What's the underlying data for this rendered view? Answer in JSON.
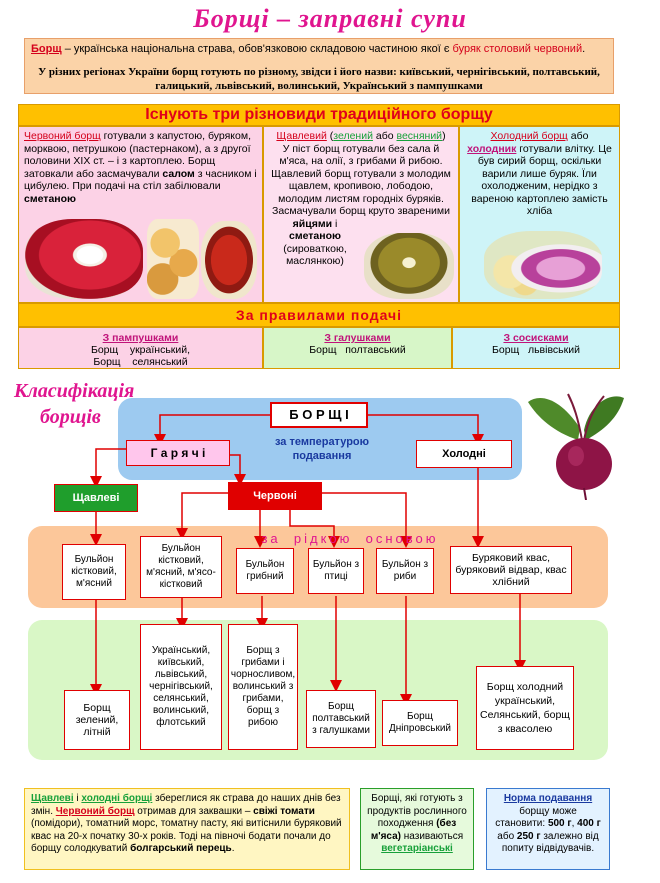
{
  "title": "Борщі – заправні супи",
  "intro": {
    "line1_a": "Борщ",
    "line1_b": " – українська національна страва, обов'язковою складовою частиною якої є ",
    "line1_c": "буряк столовий червоний",
    "line1_d": ".",
    "line2": "У різних регіонах України борщ готують по різному, звідси і його назви:   київський, чернігівський, полтавський,  галицький,  львівський,  волинський,  Український з пампушками"
  },
  "types": {
    "header": "Існують три різновиди традиційного борщу",
    "red": {
      "head": "Червоний борщ",
      "text1": " готували з капустою, буряком, морквою, петрушкою (пастернаком), а з другої половини ХІХ ст. – і з картоплею. Борщ затовкали або засмачували ",
      "salo": "салом",
      "text2": " з часником і цибулею. При подачі на стіл забілювали ",
      "smetana": "сметаною"
    },
    "green": {
      "head": "Щавлевий",
      "open": " (",
      "zeleny": "зелений",
      "or": " або ",
      "vesniany": "весняний",
      "close": ")",
      "text1": "У піст борщ готували без сала й м'яса, на олії, з грибами й рибою. Щавлевий борщ готували з молодим щавлем, кропивою, лободою, молодим листям городніх буряків. Засмачували борщ круто звареними ",
      "eggs": "яйцями",
      "text2": " і ",
      "smetana": "сметаною",
      "text3": " (сироваткою, маслянкою)"
    },
    "cold": {
      "head": "Холодний борщ",
      "text1": " або ",
      "kholodnyk": "холодник",
      "text2": " готували влітку. Це був сирий борщ, оскільки варили лише буряк. Їли охолодженим, нерідко з вареною картоплею замість хліба"
    }
  },
  "rules": {
    "header": "За  правилами  подачі",
    "c1_head": "З пампушками",
    "c1_l1": "Борщ    український,",
    "c1_l2": "Борщ    селянський",
    "c2_head": "З галушками",
    "c2_l1": "Борщ   полтавський",
    "c3_head": "З сосисками",
    "c3_l1": "Борщ   львівський"
  },
  "classification": {
    "title_l1": "Класифікація",
    "title_l2": "борщів",
    "root": "Б О Р Щ І",
    "by_temp": "за температурою подавання",
    "hot": "Г а р я ч і",
    "cold": "Холодні",
    "sorrel": "Щавлеві",
    "red": "Червоні",
    "by_base": "за  рідкою  основою",
    "b1": "Бульйон кістковий, м'ясний",
    "b2": "Бульйон кістковий, м'ясний, м'ясо-кістковий",
    "b3": "Бульйон грибний",
    "b4": "Бульйон з птиці",
    "b5": "Бульйон з риби",
    "b6": "Буряковий квас, буряковий відвар, квас хлібний",
    "r1": "Борщ зелений, літній",
    "r2": "Український, київський, львівський, чернігівський, селянський, волинський, флотський",
    "r3": "Борщ з грибами і чорносливом, волинський з грибами, борщ з рибою",
    "r4": "Борщ полтавський з галушками",
    "r5": "Борщ Дніпровський",
    "r6": "Борщ холодний український, Селянський, борщ з квасолею"
  },
  "footer": {
    "f1_a": "Щавлеві",
    "f1_b": " і ",
    "f1_c": "холодні борщі",
    "f1_d": " збереглися як страва до наших днів без змін. ",
    "f1_e": "Червоний борщ",
    "f1_f": " отримав для заквашки – ",
    "f1_g": "свіжі томати",
    "f1_h": " (помідори), томатний морс, томатну пасту, які витіснили буряковий квас на 20-х початку 30-х років.    Тоді на півночі бодати почали до борщу солодкуватий ",
    "f1_i": "болгарський перець",
    "f1_j": ".",
    "f2_a": "Борщі, які готують з продуктів рослинного походження ",
    "f2_b": "(без м'яса)",
    "f2_c": " називаються ",
    "f2_d": "вегетаріанські",
    "f3_a": "Норма подавання",
    "f3_b": " борщу може становити: ",
    "f3_c": "500 г",
    "f3_d": ", ",
    "f3_e": "400 г",
    "f3_f": " або ",
    "f3_g": "250 г",
    "f3_h": " залежно від попиту відвідувачів."
  },
  "colors": {
    "accent_pink": "#e0158f",
    "header_orange": "#ffc000",
    "arrow_red": "#e00000"
  },
  "icons": [
    "borscht-photo-icon",
    "beet-icon"
  ]
}
